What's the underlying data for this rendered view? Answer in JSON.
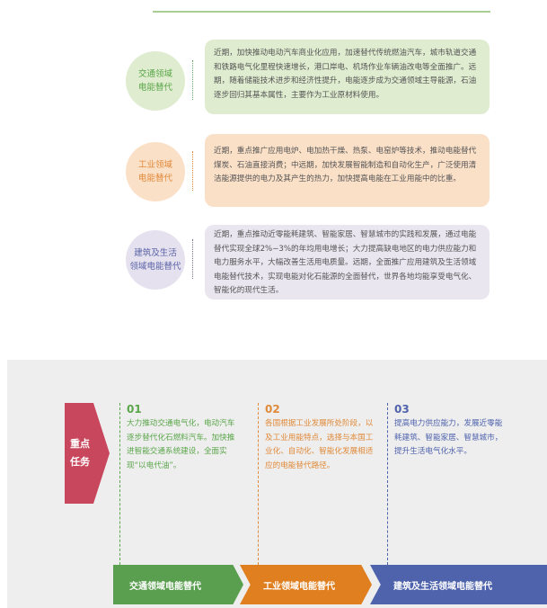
{
  "rows": [
    {
      "title": "交通领域\n电能替代",
      "text": "近期，加快推动电动汽车商业化应用，加速替代传统燃油汽车，城市轨道交通和铁路电气化里程快速增长，港口岸电、机场作业车辆油改电等全面推广。远期，随着储能技术进步和经济性提升，电能逐步成为交通领域主导能源，石油逐步回归其基本属性，主要作为工业原材料使用。"
    },
    {
      "title": "工业领域\n电能替代",
      "text": "近期，重点推广应用电炉、电加热干燥、热泵、电窑炉等技术，推动电能替代煤炭、石油直接消费；中远期，加快发展智能制造和自动化生产，广泛使用清洁能源提供的电力及其产生的热力，加快提高电能在工业用能中的比重。"
    },
    {
      "title": "建筑及生活\n领域电能替代",
      "text": "近期，重点推动近零能耗建筑、智能家居、智慧城市的实践和发展，通过电能替代实现全球2%−3%的年均用电增长；大力提高缺电地区的电力供应能力和电力服务水平，大幅改善生活用电质量。远期，全面推广应用建筑及生活领域电能替代技术，实现电能对化石能源的全面替代，世界各地均能享受电气化、智能化的现代生活。"
    }
  ],
  "task_label": "重点\n任务",
  "tasks": [
    {
      "num": "01",
      "text": "大力推动交通电气化，电动汽车逐步替代化石燃料汽车。加快推进智能交通系统建设，全面实现“以电代油”。"
    },
    {
      "num": "02",
      "text": "各国根据工业发展所处阶段，以及工业用能特点，选择与本国工业化、自动化、智能化发展相适应的电能替代路径。"
    },
    {
      "num": "03",
      "text": "提高电力供应能力，发展近零能耗建筑、智能家居、智慧城市，提升生活电气化水平。"
    }
  ],
  "bars": [
    "交通领域电能替代",
    "工业领域电能替代",
    "建筑及生活领域电能替代"
  ],
  "colors": {
    "green": "#5a9e4f",
    "orange": "#e07f1f",
    "blue": "#4f63ad",
    "red": "#c8475c"
  }
}
